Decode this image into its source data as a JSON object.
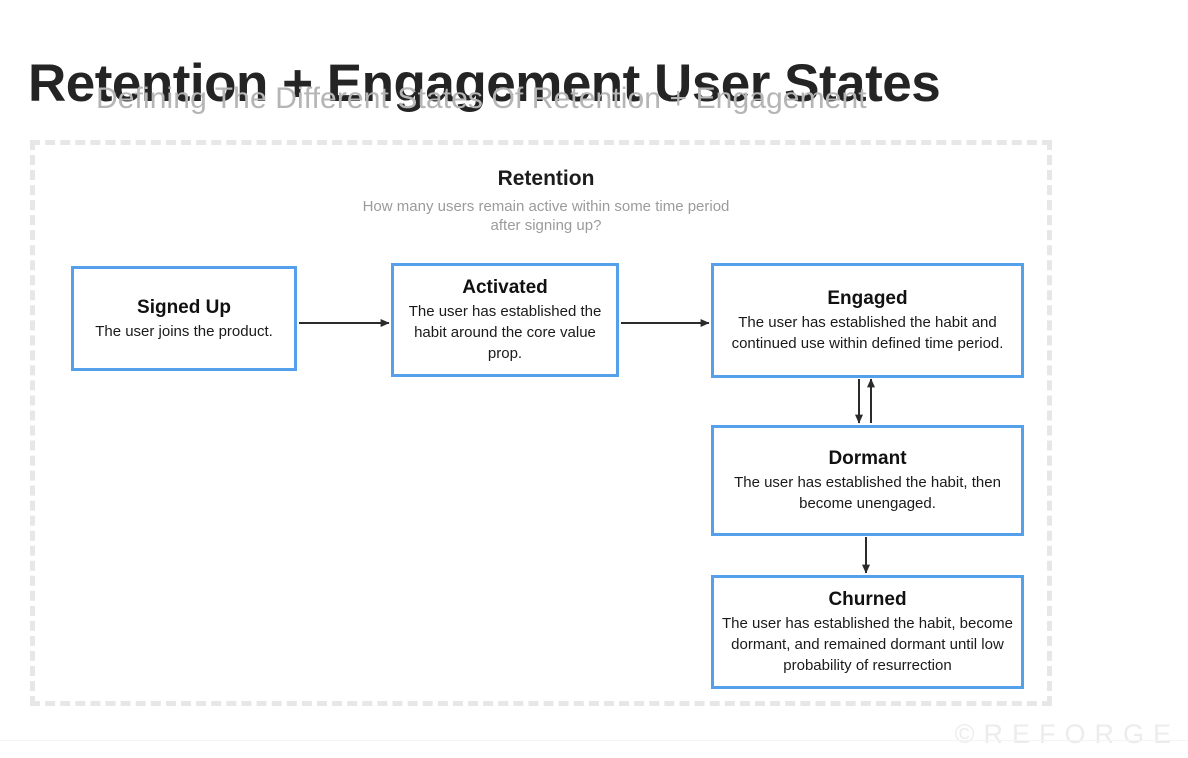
{
  "header": {
    "title": "Retention + Engagement User States",
    "subtitle": "Defining The Different States Of Retention + Engagement"
  },
  "diagram": {
    "section": {
      "title": "Retention",
      "description_line1": "How many users remain active within some time period",
      "description_line2": "after signing up?"
    },
    "nodes": [
      {
        "id": "signed-up",
        "title": "Signed Up",
        "description": "The user joins the product."
      },
      {
        "id": "activated",
        "title": "Activated",
        "description": "The user has established the habit around the core value prop."
      },
      {
        "id": "engaged",
        "title": "Engaged",
        "description": "The user has established the habit and continued use within defined time period."
      },
      {
        "id": "dormant",
        "title": "Dormant",
        "description": "The user has established the habit, then become unengaged."
      },
      {
        "id": "churned",
        "title": "Churned",
        "description": "The user has established the habit, become dormant, and remained dormant until low probability of resurrection"
      }
    ],
    "connectors": [
      {
        "id": "signed-up-to-activated",
        "from": "signed-up",
        "to": "activated",
        "direction": "right"
      },
      {
        "id": "activated-to-engaged",
        "from": "activated",
        "to": "engaged",
        "direction": "right"
      },
      {
        "id": "engaged-to-dormant",
        "from": "engaged",
        "to": "dormant",
        "direction": "down"
      },
      {
        "id": "dormant-to-engaged",
        "from": "dormant",
        "to": "engaged",
        "direction": "up"
      },
      {
        "id": "dormant-to-churned",
        "from": "dormant",
        "to": "churned",
        "direction": "down"
      }
    ],
    "border_color": "#55a0ea",
    "arrow_color": "#2b2b2b",
    "canvas_border_color": "#e7e7e7"
  },
  "watermark": {
    "text": "©REFORGE"
  }
}
